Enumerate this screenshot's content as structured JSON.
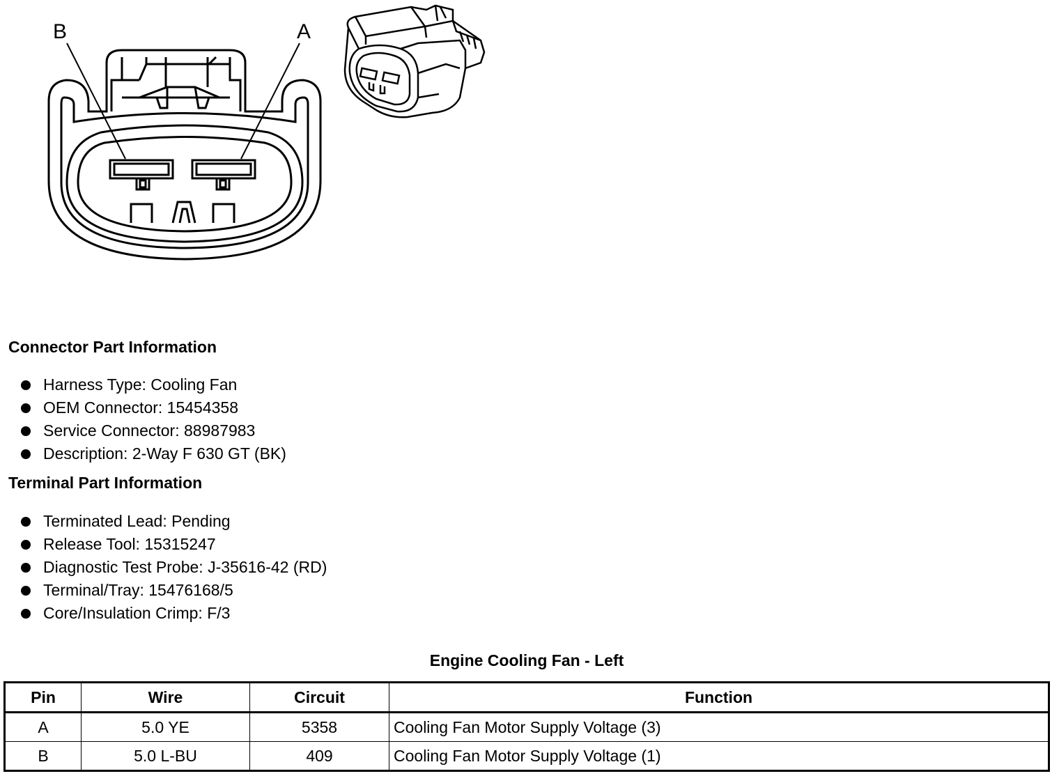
{
  "diagram": {
    "pin_label_b": "B",
    "pin_label_a": "A"
  },
  "connector_info": {
    "heading": "Connector Part Information",
    "items": [
      "Harness Type: Cooling Fan",
      "OEM Connector: 15454358",
      "Service Connector: 88987983",
      "Description: 2-Way F 630 GT (BK)"
    ]
  },
  "terminal_info": {
    "heading": "Terminal Part Information",
    "items": [
      "Terminated Lead: Pending",
      "Release Tool: 15315247",
      "Diagnostic Test Probe: J-35616-42 (RD)",
      "Terminal/Tray: 15476168/5",
      "Core/Insulation Crimp: F/3"
    ]
  },
  "pin_table": {
    "title": "Engine Cooling Fan - Left",
    "headers": [
      "Pin",
      "Wire",
      "Circuit",
      "Function"
    ],
    "rows": [
      [
        "A",
        "5.0 YE",
        "5358",
        "Cooling Fan Motor Supply Voltage (3)"
      ],
      [
        "B",
        "5.0 L-BU",
        "409",
        "Cooling Fan Motor Supply Voltage (1)"
      ]
    ]
  }
}
